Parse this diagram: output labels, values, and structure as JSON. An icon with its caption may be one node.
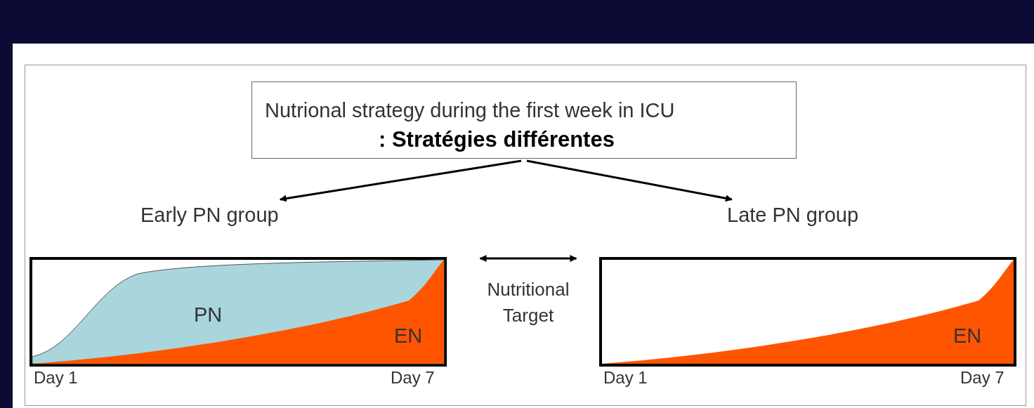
{
  "diagram": {
    "nodes": [
      {
        "text": [
          "Nutrional strategy during the first week in ICU",
          ": Stratégies différentes"
        ]
      },
      {
        "text": [
          "Early PN group"
        ]
      },
      {
        "text": [
          "Late PN group"
        ]
      },
      {
        "text": [
          "PN",
          "EN"
        ],
        "beside": [
          "Day 1",
          "Day 7"
        ]
      },
      {
        "text": [
          "EN"
        ],
        "beside": [
          "Day 1",
          "Day 7"
        ]
      }
    ],
    "edges": [
      {
        "from": 0,
        "to": 1,
        "arrow": "to"
      },
      {
        "from": 0,
        "to": 2,
        "arrow": "to"
      },
      {
        "from": 3,
        "to": 4,
        "arrow": "both",
        "label": "Nutritional Target"
      }
    ]
  }
}
